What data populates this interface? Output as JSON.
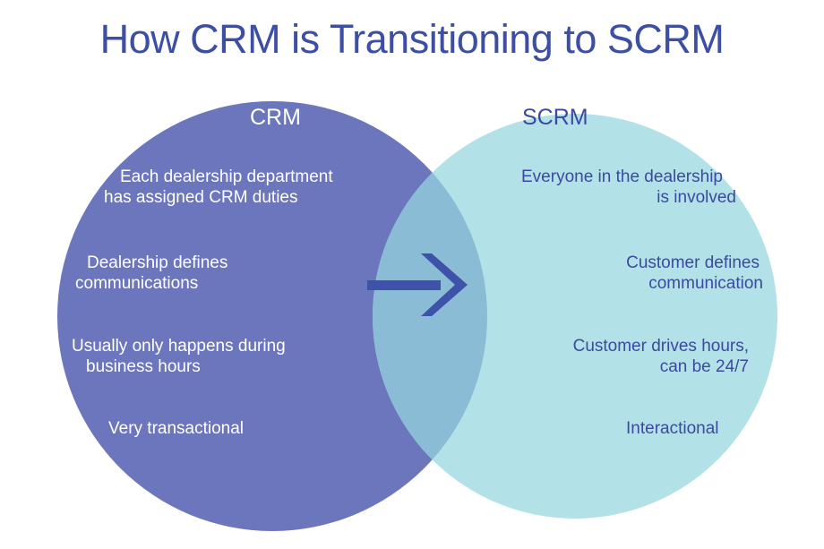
{
  "title": "How CRM is Transitioning to SCRM",
  "colors": {
    "title": "#3d4fa3",
    "left_circle": "#6b76bd",
    "right_circle": "#b3e1e8",
    "overlap": "#8bbcd6",
    "arrow": "#3d52a8",
    "left_text": "#ffffff",
    "right_text": "#3b4a9f"
  },
  "left": {
    "heading": "CRM",
    "items": [
      {
        "lines": [
          "Each dealership department",
          "has assigned CRM duties"
        ]
      },
      {
        "lines": [
          "Dealership defines",
          "communications"
        ]
      },
      {
        "lines": [
          "Usually only happens during",
          "business hours"
        ]
      },
      {
        "lines": [
          "Very transactional"
        ]
      }
    ]
  },
  "right": {
    "heading": "SCRM",
    "items": [
      {
        "lines": [
          "Everyone in the dealership",
          "is involved"
        ]
      },
      {
        "lines": [
          "Customer defines",
          "communication"
        ]
      },
      {
        "lines": [
          "Customer drives hours,",
          "can be 24/7"
        ]
      },
      {
        "lines": [
          "Interactional"
        ]
      }
    ]
  },
  "center": {
    "icon": "arrow-right-icon"
  }
}
